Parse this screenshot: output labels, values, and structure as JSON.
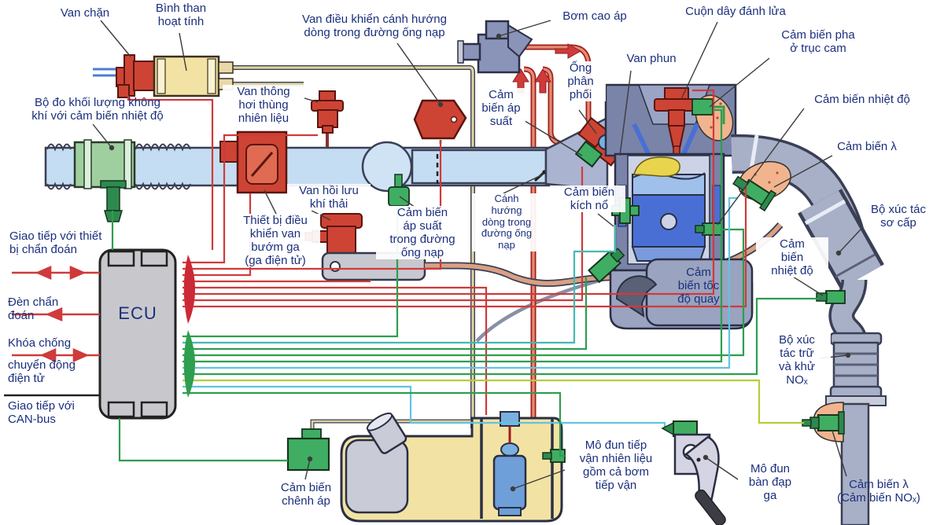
{
  "diagram": {
    "title_hint": "Sơ đồ hệ thống điều khiển động cơ phun xăng (ECU)",
    "labels": {
      "van_chan": "Van chặn",
      "binh_than": "Bình than\nhoạt tính",
      "van_dieu_khien": "Van điều khiển cánh hướng\ndòng trong đường ống nạp",
      "bom_cao_ap": "Bơm cao áp",
      "cuon_day": "Cuộn dây đánh lửa",
      "cam_bien_pha": "Cảm biến pha\nở trục cam",
      "cam_bien_nhiet_do_tren": "Cảm biến nhiệt độ",
      "cam_bien_lambda_tren": "Cảm biến λ",
      "bo_xuc_tac_so_cap": "Bộ xúc tác\nsơ cấp",
      "van_phun": "Van phun",
      "ong_phan_phoi": "Ống\nphân\nphối",
      "cam_bien_ap_suat": "Cảm\nbiến áp\nsuất",
      "van_thong_hoi": "Van thông\nhơi thùng\nnhiên liệu",
      "bo_do_khoi_luong": "Bộ đo khối lượng không\nkhí với cảm biến nhiệt độ",
      "van_hoi_luu": "Van hồi lưu\nkhí thải",
      "thiet_bi_dieu_khien": "Thiết bị điều\nkhiển van\nbướm ga\n(ga điện tử)",
      "cam_bien_ap_suat_ong_nap": "Cảm biến\náp suất\ntrong đường\nống nạp",
      "canh_huong_dong": "Cánh\nhướng\ndòng trong\nđường ống\nnạp",
      "cam_bien_kich_no": "Cảm biến\nkích nổ",
      "cam_bien_toc_do": "Cảm\nbiến tốc\nđộ quay",
      "giao_tiep_chan_doan": "Giao tiếp với thiết\nbị chẩn đoán",
      "den_chan_doan": "Đèn chẩn\nđoán",
      "khoa_chong_1": "Khóa chống",
      "khoa_chong_2": "chuyển động\nđiện tử",
      "giao_tiep_can_bus": "Giao tiếp với\nCAN-bus",
      "ecu": "ECU",
      "cam_bien_nhiet_do_phai": "Cảm\nbiến\nnhiệt độ",
      "bo_xuc_tac_tru": "Bộ xúc\ntác trữ\nvà khử\nNOₓ",
      "cam_bien_chenh_ap": "Cảm biến\nchênh áp",
      "mo_dun_tiep_van": "Mô đun tiếp\nvận nhiên liệu\ngồm cả bơm\ntiếp vận",
      "mo_dun_ban_dap": "Mô đun\nbàn đạp\nga",
      "cam_bien_lambda_duoi": "Cảm biến λ\n(Cảm biến NOₓ)"
    },
    "colors": {
      "label_text": "#1b2f7d",
      "actuator_red": "#cd4434",
      "sensor_green": "#3fae62",
      "wire_red": "#d03a3a",
      "wire_green": "#2e9e4f",
      "intake_blue": "#c5ddf2",
      "tank_yellow": "#f2e3a4",
      "metal_gray": "#a8b0c8",
      "insulation_salmon": "#f2b48e"
    }
  }
}
